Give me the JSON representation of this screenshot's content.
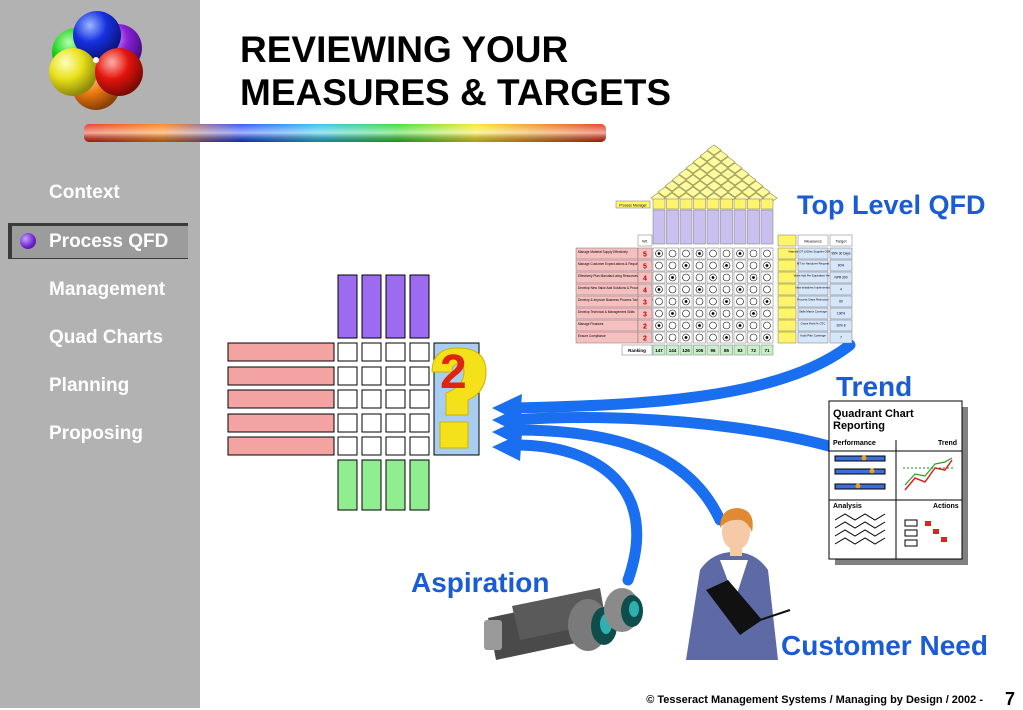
{
  "title": {
    "line1": "REVIEWING YOUR",
    "line2": "MEASURES & TARGETS"
  },
  "nav": {
    "items": [
      {
        "label": "Context"
      },
      {
        "label": "Process QFD"
      },
      {
        "label": "Management"
      },
      {
        "label": "Quad Charts"
      },
      {
        "label": "Planning"
      },
      {
        "label": "Proposing"
      }
    ],
    "active_index": 1
  },
  "labels": {
    "top_level_qfd": "Top Level QFD",
    "trend": "Trend",
    "aspiration": "Aspiration",
    "customer_need": "Customer Need",
    "question_mark": "?",
    "question_number": "2"
  },
  "quad_chart": {
    "title_line1": "Quadrant Chart",
    "title_line2": "Reporting",
    "performance": "Performance",
    "trend": "Trend",
    "analysis": "Analysis",
    "actions": "Actions"
  },
  "qfd": {
    "process_manager": "Process Manager",
    "wt_header": "Wt.",
    "measures_header": "Measures",
    "target_header": "Target",
    "ranking_label": "Ranking",
    "rows": [
      {
        "label": "Manage Material Supply Effectively",
        "wt": "5",
        "measure": "Material OT & Effec Supplier OOR DSB",
        "target": "95% 30 Days"
      },
      {
        "label": "Manage Customer Expect-ations & Requirements",
        "wt": "5",
        "measure": "MT for Handover Request",
        "target": "90%"
      },
      {
        "label": "Effectively Plan Manufact-uring Resources",
        "wt": "4",
        "measure": "Value Add Per Equivalent Head",
        "target": "NPR 300"
      },
      {
        "label": "Develop New Value Add Solutions & Processes",
        "wt": "4",
        "measure": "New Initiatives Implemented",
        "target": "4"
      },
      {
        "label": "Develop & Improve Business Process Tools & Systems",
        "wt": "3",
        "measure": "Process Steps Reduction",
        "target": "60"
      },
      {
        "label": "Develop Technical & Management Skills",
        "wt": "3",
        "measure": "Skills Matrix Coverage",
        "target": "100%"
      },
      {
        "label": "Manage Finances",
        "wt": "2",
        "measure": "Gross Profit % OTC",
        "target": "20% 8"
      },
      {
        "label": "Ensure Compliance",
        "wt": "2",
        "measure": "Audit Plan Coverage",
        "target": "7"
      }
    ],
    "ranking": [
      "147",
      "144",
      "126",
      "105",
      "96",
      "85",
      "83",
      "72",
      "71"
    ]
  },
  "footer": {
    "copyright": "© Tesseract Management Systems / Managing by Design / 2002  -",
    "page_number": "7"
  },
  "colors": {
    "sidebar": "#b2b2b2",
    "accent_blue": "#1a5bd6",
    "arrow_blue": "#1a6ef0",
    "matrix_purple": "#9b6bf2",
    "matrix_pink": "#f4a3a3",
    "matrix_green": "#90ee90",
    "matrix_blue": "#a8cdf0",
    "question_yellow": "#f5e11a",
    "question_red": "#e0240e"
  }
}
